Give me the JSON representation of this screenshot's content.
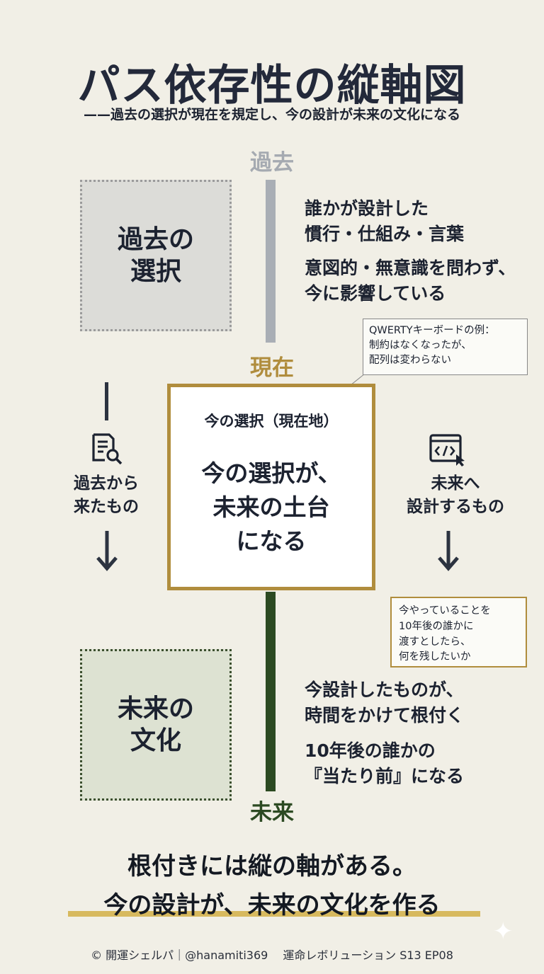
{
  "title": "パス依存性の縦軸図",
  "subtitle": "——過去の選択が現在を規定し、今の設計が未来の文化になる",
  "timeline": {
    "past_label": "過去",
    "present_label": "現在",
    "future_label": "未来"
  },
  "past_box": {
    "line1": "過去の",
    "line2": "選択"
  },
  "past_notes": {
    "line1": "誰かが設計した",
    "line2": "慣行・仕組み・言葉",
    "line3": "意図的・無意識を問わず、",
    "line4": "今に影響している"
  },
  "callout_top": {
    "line1": "QWERTYキーボードの例：",
    "line2": "制約はなくなったが、",
    "line3": "配列は変わらない"
  },
  "center": {
    "heading": "今の選択（現在地）",
    "main1": "今の選択が、",
    "main2": "未来の土台",
    "main3": "になる"
  },
  "left_side": {
    "icon": "document-search-icon",
    "line1": "過去から",
    "line2": "来たもの"
  },
  "right_side": {
    "icon": "code-window-icon",
    "line1": "未来へ",
    "line2": "設計するもの"
  },
  "callout_right": {
    "line1": "今やっていることを",
    "line2": "10年後の誰かに",
    "line3": "渡すとしたら、",
    "line4": "何を残したいか"
  },
  "future_box": {
    "line1": "未来の",
    "line2": "文化"
  },
  "future_notes": {
    "line1": "今設計したものが、",
    "line2": "時間をかけて根付く",
    "line3": "10年後の誰かの",
    "line4": "『当たり前』になる"
  },
  "conclusion": {
    "line1": "根付きには縦の軸がある。",
    "line2": "今の設計が、未来の文化を作る"
  },
  "footer": "© 開運シェルパ｜@hanamiti369　 運命レボリューション S13 EP08",
  "colors": {
    "background": "#f1efe6",
    "gold": "#b08d3d",
    "future_green": "#2c4a22",
    "past_gray": "#a9aeb5"
  }
}
